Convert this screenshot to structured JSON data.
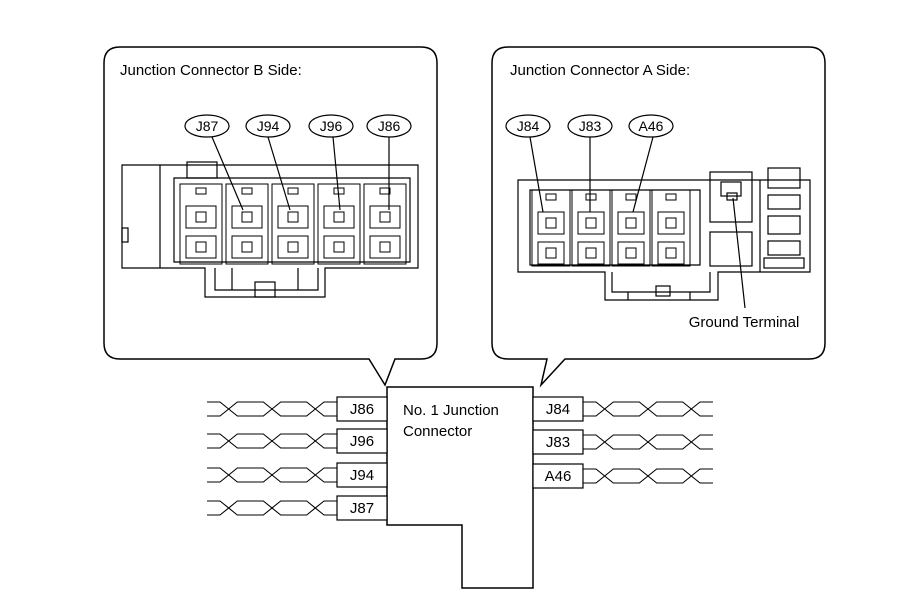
{
  "callouts": {
    "b_side": {
      "title": "Junction Connector B Side:",
      "pins": [
        "J87",
        "J94",
        "J96",
        "J86"
      ]
    },
    "a_side": {
      "title": "Junction Connector A Side:",
      "pins": [
        "J84",
        "J83",
        "A46"
      ],
      "ground_label": "Ground Terminal"
    }
  },
  "junction": {
    "title_line1": "No. 1 Junction",
    "title_line2": "Connector",
    "left_terminals": [
      "J86",
      "J96",
      "J94",
      "J87"
    ],
    "right_terminals": [
      "J84",
      "J83",
      "A46"
    ]
  }
}
